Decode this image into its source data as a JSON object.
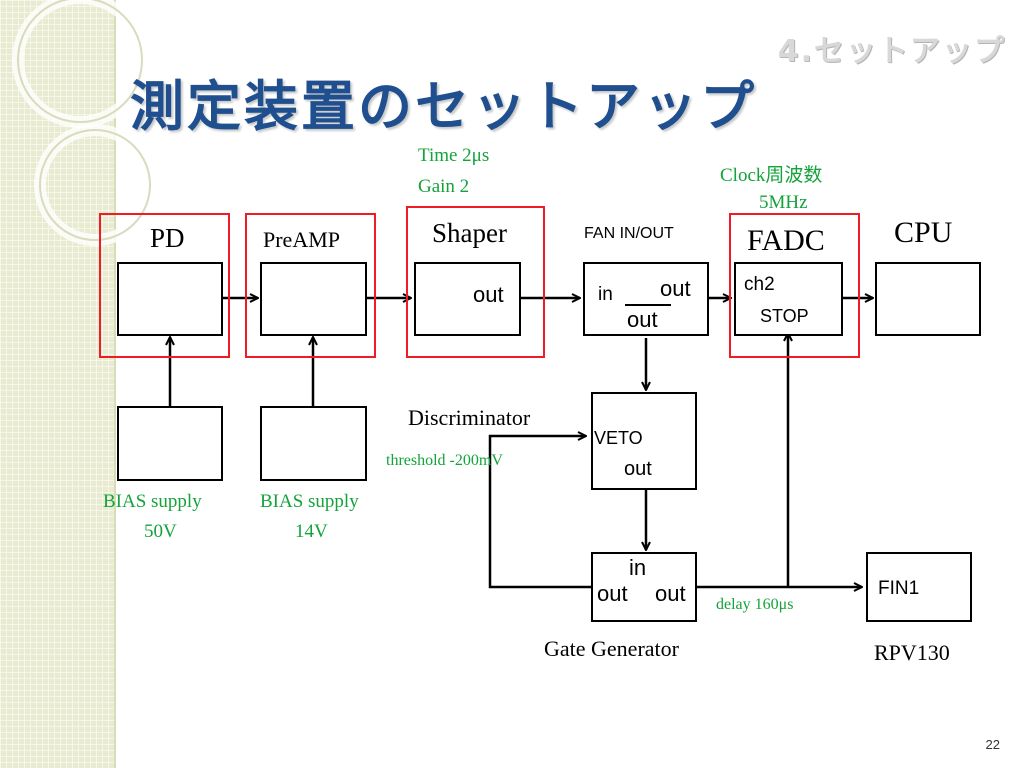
{
  "slide": {
    "section": "4.セットアップ",
    "title": "測定装置のセットアップ",
    "page_number": "22"
  },
  "modules": {
    "pd": "PD",
    "preamp": "PreAMP",
    "shaper": "Shaper",
    "fan": "FAN IN/OUT",
    "fadc": "FADC",
    "cpu": "CPU",
    "discriminator": "Discriminator",
    "gate_generator": "Gate Generator",
    "rpv130": "RPV130"
  },
  "ports": {
    "shaper_out": "out",
    "fan_in": "in",
    "fan_out_top": "out",
    "fan_out_bottom": "out",
    "fadc_ch2": "ch2",
    "fadc_stop": "STOP",
    "disc_veto": "VETO",
    "disc_out": "out",
    "gg_in": "in",
    "gg_out_left": "out",
    "gg_out_right": "out",
    "rpv_fin1": "FIN1"
  },
  "notes": {
    "shaper_time": "Time 2μs",
    "shaper_gain": "Gain  2",
    "fadc_clock": "Clock周波数",
    "fadc_freq": "5MHz",
    "threshold": "threshold -200mV",
    "bias_pd_label": "BIAS supply",
    "bias_pd_value": "50V",
    "bias_preamp_label": "BIAS supply",
    "bias_preamp_value": "14V",
    "delay": "delay 160μs"
  },
  "colors": {
    "title": "#1f4f8f",
    "note_text": "#14a33a",
    "highlight_border": "#ee1c25",
    "section_label": "#d8d8d8"
  }
}
